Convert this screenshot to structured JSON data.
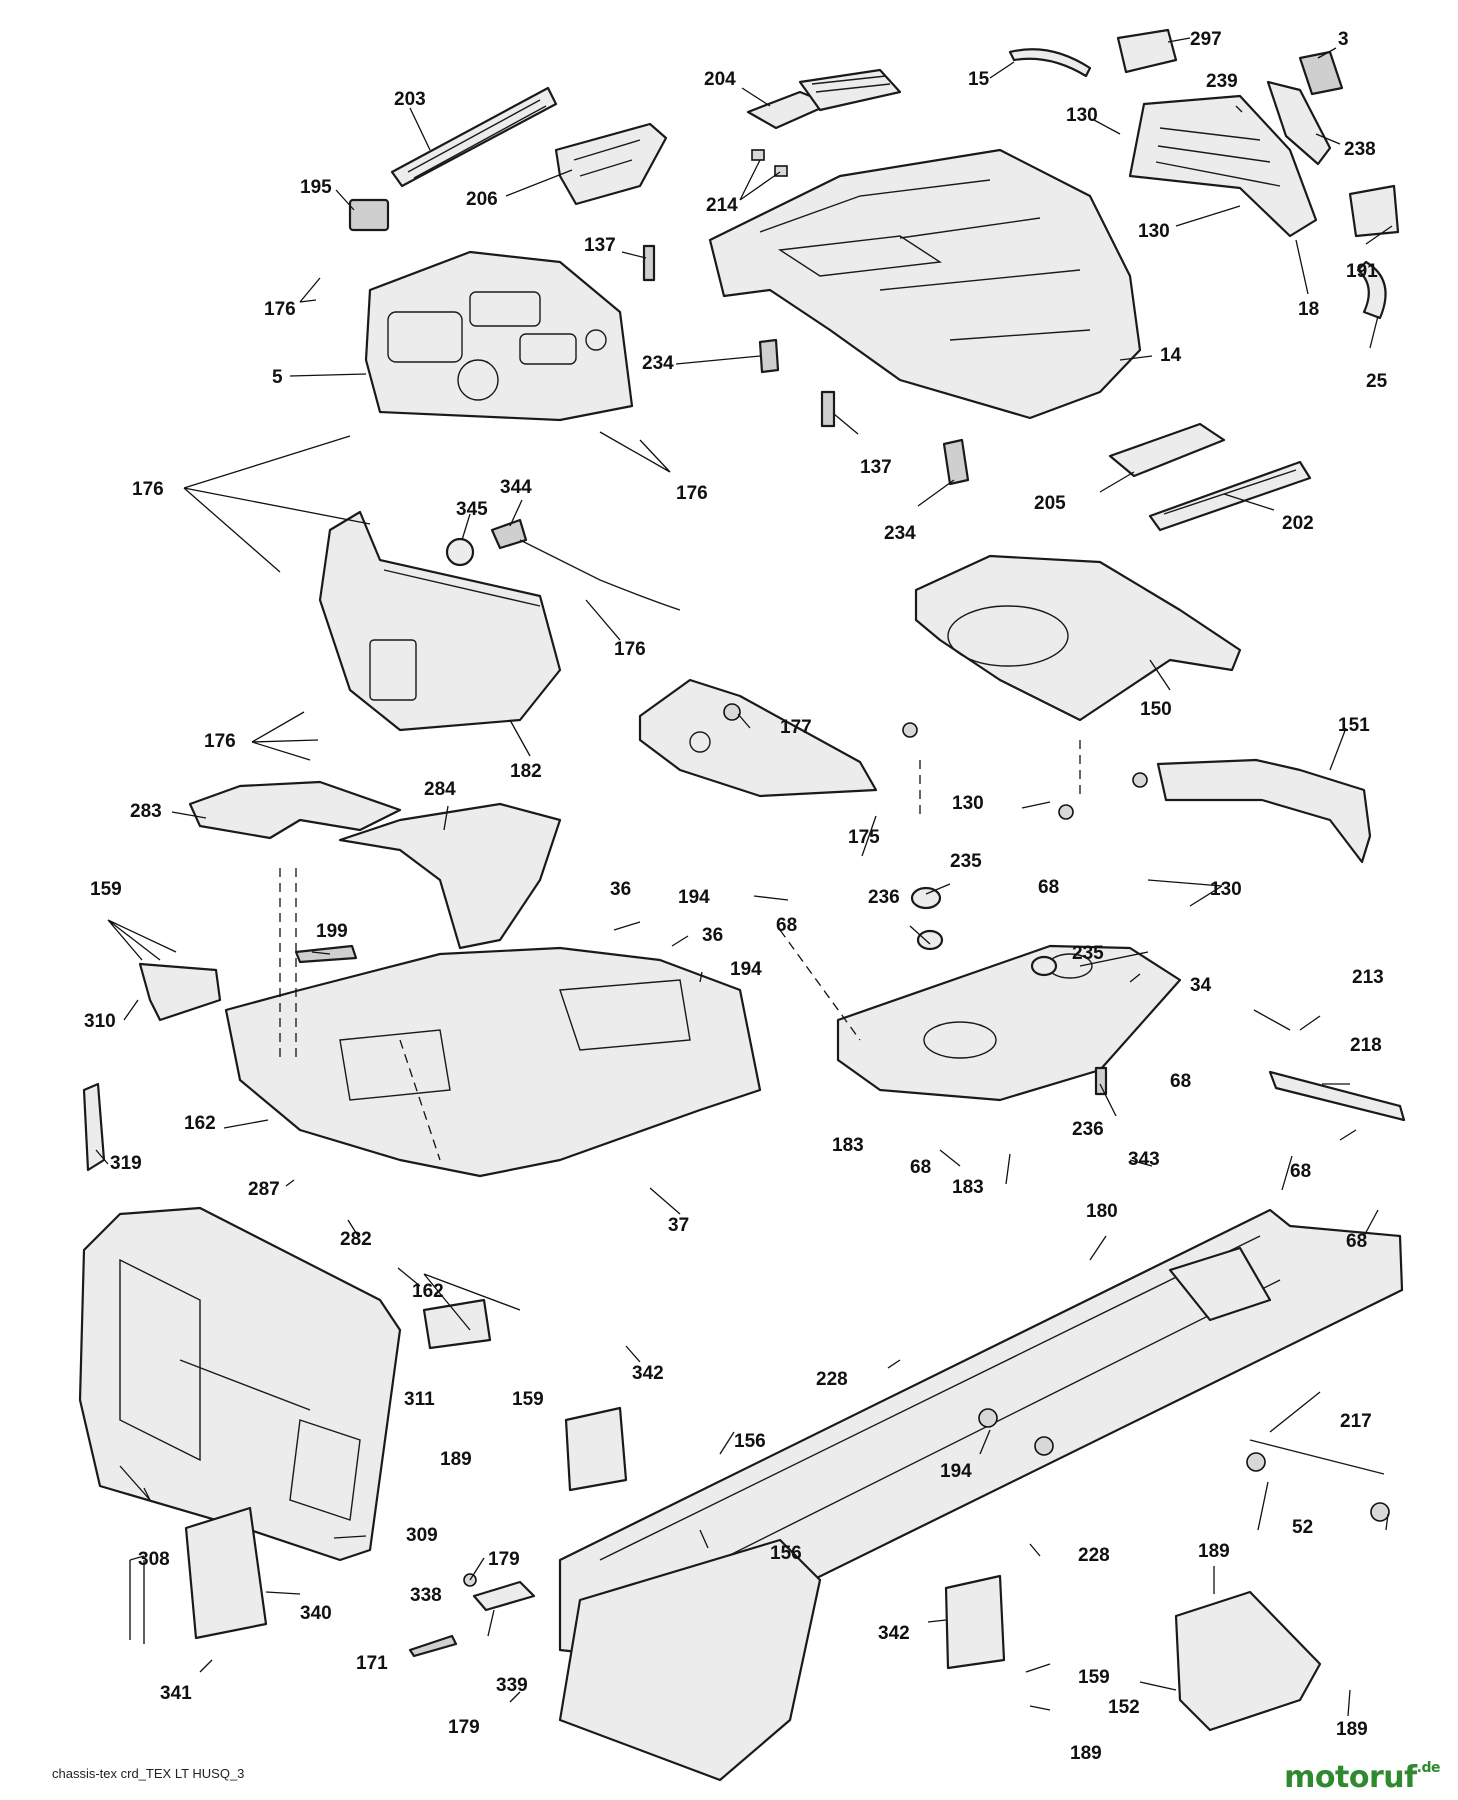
{
  "diagram": {
    "caption": "chassis-tex crd_TEX LT HUSQ_3",
    "watermark": {
      "name": "motoruf",
      "tld": ".de",
      "color": "#2f8a2f",
      "accent": "#e07b1a"
    },
    "callouts": [
      {
        "id": "c297",
        "label": "297"
      },
      {
        "id": "c3",
        "label": "3"
      },
      {
        "id": "c15",
        "label": "15"
      },
      {
        "id": "c204",
        "label": "204"
      },
      {
        "id": "c203",
        "label": "203"
      },
      {
        "id": "c239",
        "label": "239"
      },
      {
        "id": "c130a",
        "label": "130"
      },
      {
        "id": "c238",
        "label": "238"
      },
      {
        "id": "c195",
        "label": "195"
      },
      {
        "id": "c206",
        "label": "206"
      },
      {
        "id": "c214",
        "label": "214"
      },
      {
        "id": "c130b",
        "label": "130"
      },
      {
        "id": "c137a",
        "label": "137"
      },
      {
        "id": "c191",
        "label": "191"
      },
      {
        "id": "c176a",
        "label": "176"
      },
      {
        "id": "c18",
        "label": "18"
      },
      {
        "id": "c5",
        "label": "5"
      },
      {
        "id": "c234a",
        "label": "234"
      },
      {
        "id": "c14",
        "label": "14"
      },
      {
        "id": "c25",
        "label": "25"
      },
      {
        "id": "c137b",
        "label": "137"
      },
      {
        "id": "c176b",
        "label": "176"
      },
      {
        "id": "c344",
        "label": "344"
      },
      {
        "id": "c176c",
        "label": "176"
      },
      {
        "id": "c345",
        "label": "345"
      },
      {
        "id": "c205",
        "label": "205"
      },
      {
        "id": "c234b",
        "label": "234"
      },
      {
        "id": "c202",
        "label": "202"
      },
      {
        "id": "c176d",
        "label": "176"
      },
      {
        "id": "c150",
        "label": "150"
      },
      {
        "id": "c177",
        "label": "177"
      },
      {
        "id": "c151",
        "label": "151"
      },
      {
        "id": "c176e",
        "label": "176"
      },
      {
        "id": "c182",
        "label": "182"
      },
      {
        "id": "c130c",
        "label": "130"
      },
      {
        "id": "c284",
        "label": "284"
      },
      {
        "id": "c283",
        "label": "283"
      },
      {
        "id": "c175",
        "label": "175"
      },
      {
        "id": "c130d",
        "label": "130"
      },
      {
        "id": "c235a",
        "label": "235"
      },
      {
        "id": "c159a",
        "label": "159"
      },
      {
        "id": "c36a",
        "label": "36"
      },
      {
        "id": "c194a",
        "label": "194"
      },
      {
        "id": "c236a",
        "label": "236"
      },
      {
        "id": "c68a",
        "label": "68"
      },
      {
        "id": "c199",
        "label": "199"
      },
      {
        "id": "c36b",
        "label": "36"
      },
      {
        "id": "c68b",
        "label": "68"
      },
      {
        "id": "c235b",
        "label": "235"
      },
      {
        "id": "c194b",
        "label": "194"
      },
      {
        "id": "c34",
        "label": "34"
      },
      {
        "id": "c213",
        "label": "213"
      },
      {
        "id": "c310",
        "label": "310"
      },
      {
        "id": "c218",
        "label": "218"
      },
      {
        "id": "c68c",
        "label": "68"
      },
      {
        "id": "c162a",
        "label": "162"
      },
      {
        "id": "c236b",
        "label": "236"
      },
      {
        "id": "c183a",
        "label": "183"
      },
      {
        "id": "c343",
        "label": "343"
      },
      {
        "id": "c68d",
        "label": "68"
      },
      {
        "id": "c319",
        "label": "319"
      },
      {
        "id": "c68e",
        "label": "68"
      },
      {
        "id": "c287",
        "label": "287"
      },
      {
        "id": "c183b",
        "label": "183"
      },
      {
        "id": "c37",
        "label": "37"
      },
      {
        "id": "c180",
        "label": "180"
      },
      {
        "id": "c282",
        "label": "282"
      },
      {
        "id": "c68f",
        "label": "68"
      },
      {
        "id": "c162b",
        "label": "162"
      },
      {
        "id": "c342a",
        "label": "342"
      },
      {
        "id": "c228a",
        "label": "228"
      },
      {
        "id": "c311",
        "label": "311"
      },
      {
        "id": "c159b",
        "label": "159"
      },
      {
        "id": "c217",
        "label": "217"
      },
      {
        "id": "c189a",
        "label": "189"
      },
      {
        "id": "c156a",
        "label": "156"
      },
      {
        "id": "c194c",
        "label": "194"
      },
      {
        "id": "c309",
        "label": "309"
      },
      {
        "id": "c52",
        "label": "52"
      },
      {
        "id": "c308",
        "label": "308"
      },
      {
        "id": "c179a",
        "label": "179"
      },
      {
        "id": "c156b",
        "label": "156"
      },
      {
        "id": "c228b",
        "label": "228"
      },
      {
        "id": "c189b",
        "label": "189"
      },
      {
        "id": "c338",
        "label": "338"
      },
      {
        "id": "c340",
        "label": "340"
      },
      {
        "id": "c342b",
        "label": "342"
      },
      {
        "id": "c171",
        "label": "171"
      },
      {
        "id": "c339",
        "label": "339"
      },
      {
        "id": "c159c",
        "label": "159"
      },
      {
        "id": "c341",
        "label": "341"
      },
      {
        "id": "c152",
        "label": "152"
      },
      {
        "id": "c189c",
        "label": "189"
      },
      {
        "id": "c179b",
        "label": "179"
      },
      {
        "id": "c189d",
        "label": "189"
      }
    ]
  }
}
